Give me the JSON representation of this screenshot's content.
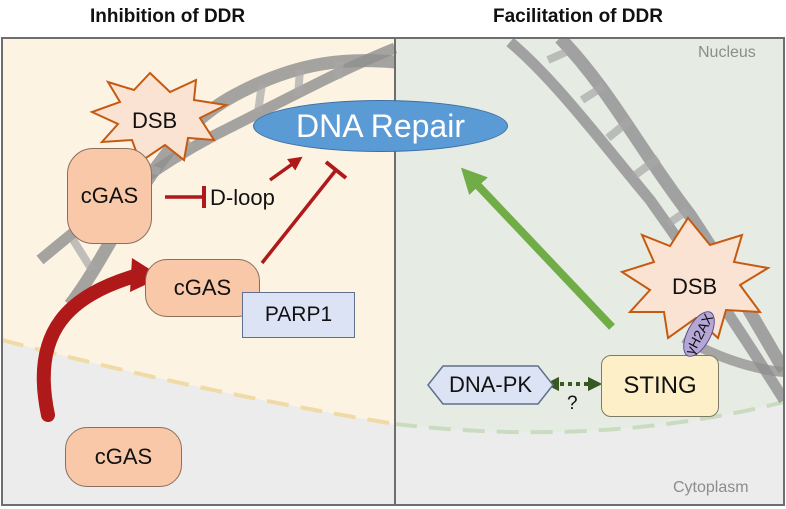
{
  "headers": {
    "left": "Inhibition of DDR",
    "right": "Facilitation of DDR"
  },
  "regions": {
    "nucleus": "Nucleus",
    "cytoplasm": "Cytoplasm"
  },
  "nodes": {
    "dna_repair": "DNA Repair",
    "dsb_left": "DSB",
    "dsb_right": "DSB",
    "cgas_dloop": "cGAS",
    "dloop": "D-loop",
    "cgas_parp": "cGAS",
    "parp1": "PARP1",
    "cgas_cytoplasm": "cGAS",
    "dna_pk": "DNA-PK",
    "sting": "STING",
    "gamma_h2ax": "γH2AX",
    "unknown_interaction": "?"
  },
  "colors": {
    "nucleus_left": "#fdf3e3",
    "nucleus_right": "#e6ece3",
    "cytoplasm": "#ececec",
    "inhibit_arrow": "#b01919",
    "promote_arrow": "#70ad47",
    "dna_helix": "#8f8f8f",
    "envelope_left": "#f0dba6",
    "envelope_right": "#c9dcc0"
  }
}
